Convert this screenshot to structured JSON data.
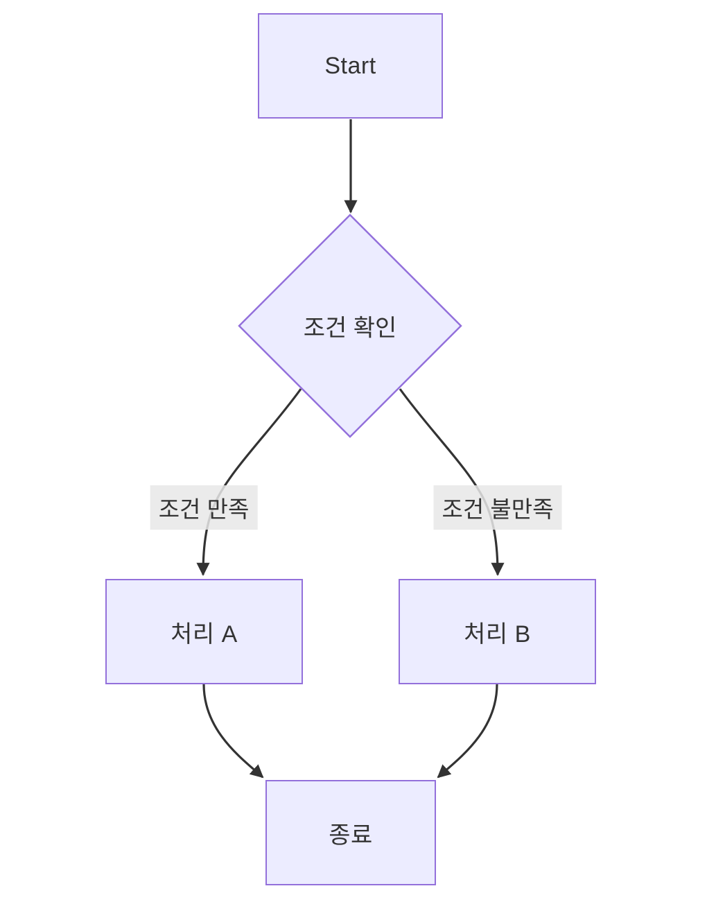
{
  "diagram": {
    "type": "flowchart",
    "direction": "top-down",
    "colors": {
      "background": "#ffffff",
      "node_fill": "#ECECFF",
      "node_border": "#9370DB",
      "edge_stroke": "#333333",
      "text_color": "#333333",
      "edge_label_bg": "#e8e8e8"
    },
    "nodes": [
      {
        "id": "start",
        "shape": "rectangle",
        "label": "Start"
      },
      {
        "id": "condition",
        "shape": "diamond",
        "label": "조건 확인"
      },
      {
        "id": "process_a",
        "shape": "rectangle",
        "label": "처리 A"
      },
      {
        "id": "process_b",
        "shape": "rectangle",
        "label": "처리 B"
      },
      {
        "id": "end",
        "shape": "rectangle",
        "label": "종료"
      }
    ],
    "edges": [
      {
        "from": "start",
        "to": "condition",
        "label": ""
      },
      {
        "from": "condition",
        "to": "process_a",
        "label": "조건 만족"
      },
      {
        "from": "condition",
        "to": "process_b",
        "label": "조건 불만족"
      },
      {
        "from": "process_a",
        "to": "end",
        "label": ""
      },
      {
        "from": "process_b",
        "to": "end",
        "label": ""
      }
    ]
  }
}
